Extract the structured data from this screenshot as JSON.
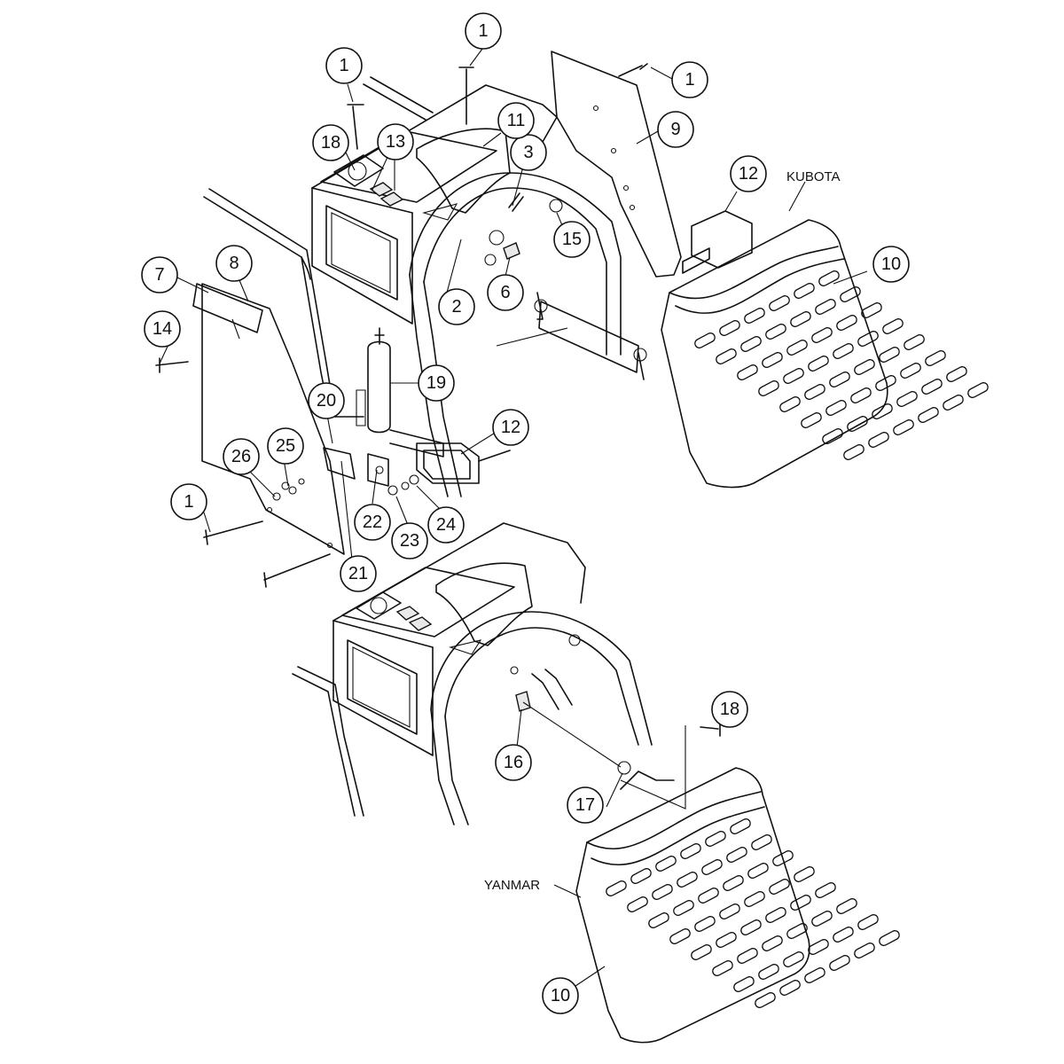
{
  "diagram": {
    "labels": {
      "kubota": "KUBOTA",
      "yanmar": "YANMAR"
    },
    "callouts": {
      "c1a": "1",
      "c1b": "1",
      "c1c": "1",
      "c1d": "1",
      "c2": "2",
      "c3": "3",
      "c6": "6",
      "c7": "7",
      "c8": "8",
      "c9": "9",
      "c10a": "10",
      "c10b": "10",
      "c11": "11",
      "c12a": "12",
      "c12b": "12",
      "c13": "13",
      "c14": "14",
      "c15": "15",
      "c16": "16",
      "c17": "17",
      "c18a": "18",
      "c18b": "18",
      "c19": "19",
      "c20": "20",
      "c21": "21",
      "c22": "22",
      "c23": "23",
      "c24": "24",
      "c25": "25",
      "c26": "26"
    }
  }
}
